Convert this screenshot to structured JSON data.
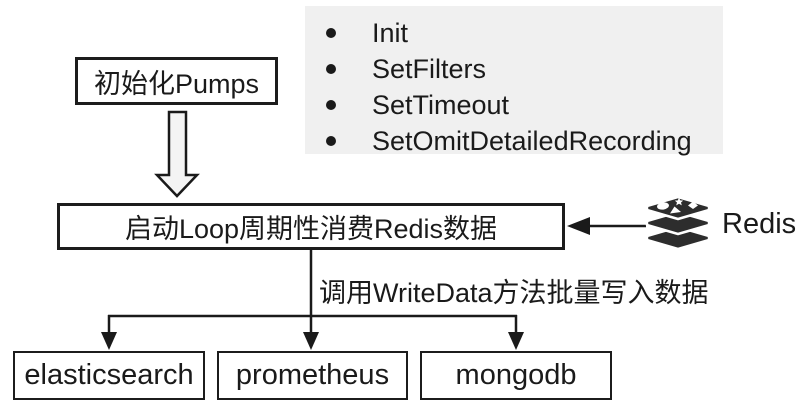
{
  "diagram": {
    "init_box": {
      "label": "初始化Pumps"
    },
    "methods_panel": {
      "items": [
        "Init",
        "SetFilters",
        "SetTimeout",
        "SetOmitDetailedRecording"
      ]
    },
    "loop_box": {
      "label": "启动Loop周期性消费Redis数据"
    },
    "redis": {
      "label": "Redis"
    },
    "write_label": "调用WriteData方法批量写入数据",
    "sinks": [
      {
        "label": "elasticsearch"
      },
      {
        "label": "prometheus"
      },
      {
        "label": "mongodb"
      }
    ],
    "colors": {
      "panel_bg": "#f0f0f0",
      "line": "#1a1a1a",
      "text": "#1a1a1a",
      "box_border": "#1c1c1c",
      "block_arrow_fill": "#f4f4f4",
      "redis_icon": "#2d2d2d"
    }
  }
}
